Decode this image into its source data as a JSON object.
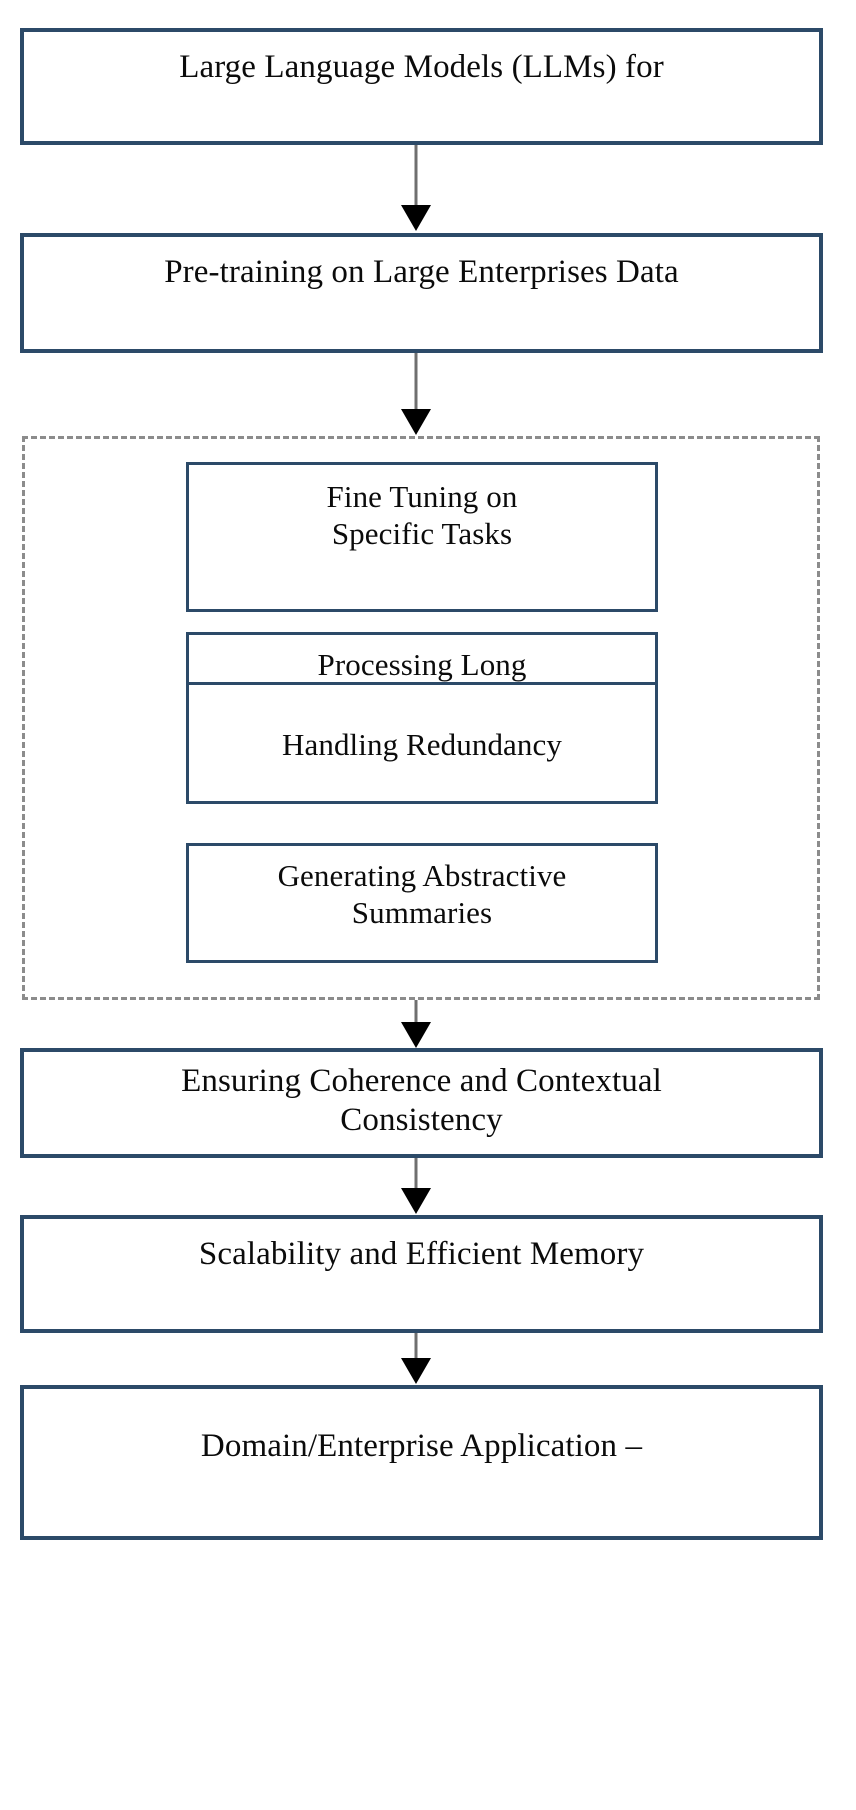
{
  "diagram": {
    "title": "LLM enterprise summarization pipeline flowchart",
    "colors": {
      "node_border": "#2c4a68",
      "group_border": "#8c8c8c",
      "arrow": "#000000",
      "text": "#0b0b0b",
      "background": "#ffffff"
    },
    "nodes": [
      {
        "id": "llm",
        "label": "Large Language Models (LLMs) for"
      },
      {
        "id": "pretraining",
        "label": "Pre-training on Large Enterprises Data"
      },
      {
        "id": "coherence",
        "label": "Ensuring Coherence and Contextual\nConsistency"
      },
      {
        "id": "scalability",
        "label": "Scalability and Efficient Memory"
      },
      {
        "id": "application",
        "label": "Domain/Enterprise Application –"
      }
    ],
    "group": {
      "id": "core-tasks-group",
      "style": "dashed",
      "nodes": [
        {
          "id": "fine-tuning",
          "label": "Fine Tuning on\nSpecific Tasks"
        },
        {
          "id": "processing-long",
          "label": "Processing Long"
        },
        {
          "id": "handling-redundancy",
          "label": "Handling Redundancy"
        },
        {
          "id": "abstractive-summaries",
          "label": "Generating Abstractive\nSummaries"
        }
      ]
    },
    "connectors": [
      {
        "id": "arrow-llm-to-pretraining",
        "from": "llm",
        "to": "pretraining"
      },
      {
        "id": "arrow-pretraining-to-group",
        "from": "pretraining",
        "to": "core-tasks-group"
      },
      {
        "id": "arrow-group-to-coherence",
        "from": "core-tasks-group",
        "to": "coherence"
      },
      {
        "id": "arrow-coherence-to-scalability",
        "from": "coherence",
        "to": "scalability"
      },
      {
        "id": "arrow-scalability-to-application",
        "from": "scalability",
        "to": "application"
      }
    ]
  }
}
